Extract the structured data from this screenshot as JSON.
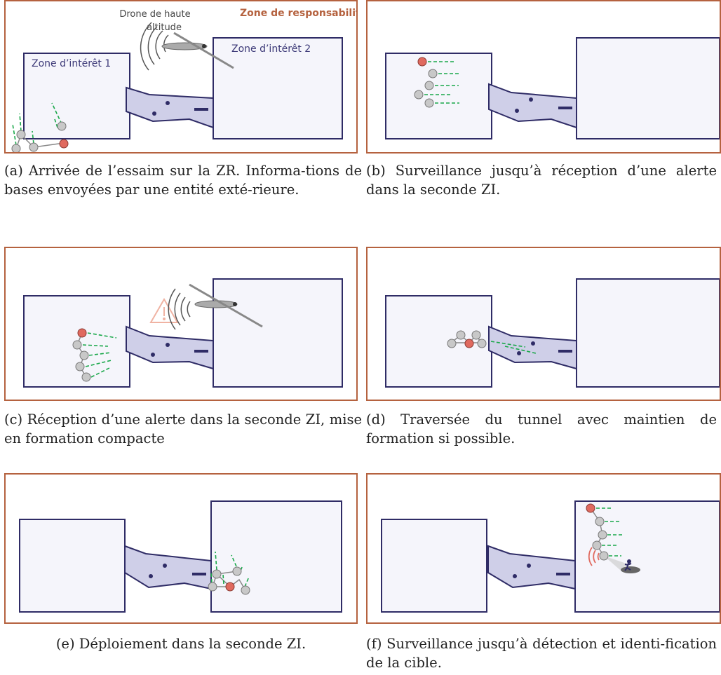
{
  "labels": {
    "zone1": "Zone d’intérêt 1",
    "zone2": "Zone d’intérêt 2",
    "zr": "Zone de responsabilité",
    "drone_line1": "Drone de haute",
    "drone_line2": "altitude"
  },
  "captions": {
    "a": "(a) Arrivée de l’essaim sur la ZR. Informa-tions de bases envoyées par une entité exté-rieure.",
    "b": "(b) Surveillance jusqu’à réception d’une alerte dans la seconde ZI.",
    "c": "(c) Réception d’une alerte dans la seconde ZI, mise en formation compacte",
    "d": "(d) Traversée du tunnel avec maintien de formation si possible.",
    "e": "(e) Déploiement dans la seconde ZI.",
    "f": "(f) Surveillance jusqu’à détection et identi-fication de la cible."
  },
  "colors": {
    "frame": "#b5623f",
    "zone_border": "#2f2c66",
    "zone_fill": "#f5f5fb",
    "tunnel_fill": "#cfcfe8",
    "agent_gray": "#c8c8c8",
    "agent_red": "#e06a5f",
    "arrow_green": "#1aa84a",
    "warning": "#f0b3a3"
  }
}
